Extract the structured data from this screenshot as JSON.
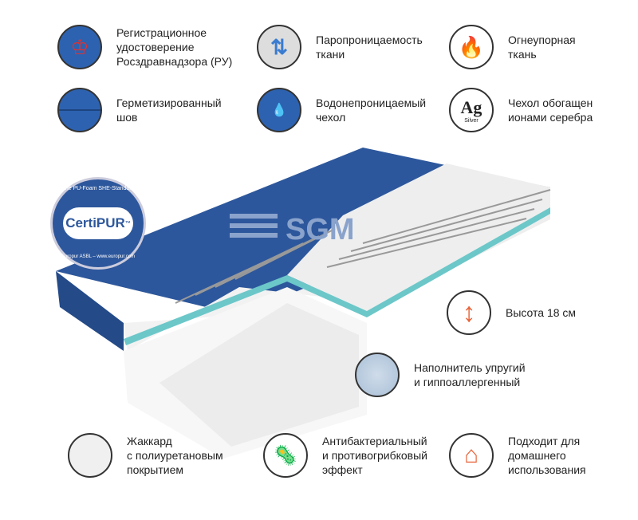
{
  "features": [
    {
      "text": "Регистрационное\nудостоверение\nРосздравнадзора (РУ)",
      "icon": "emblem-icon"
    },
    {
      "text": "Паропроницаемость\nткани",
      "icon": "vapor-icon"
    },
    {
      "text": "Огнеупорная\nткань",
      "icon": "fire-icon"
    },
    {
      "text": "Герметизированный\nшов",
      "icon": "seam-icon"
    },
    {
      "text": "Водонепроницаемый\nчехол",
      "icon": "water-drops-icon"
    },
    {
      "text": "Чехол обогащен\nионами серебра",
      "icon": "silver-icon",
      "icon_text": "Ag",
      "icon_sub": "Silver"
    },
    {
      "text": "Высота 18 см",
      "icon": "height-arrow-icon"
    },
    {
      "text": "Наполнитель упругий\nи гиппоаллергенный",
      "icon": "filler-icon"
    },
    {
      "text": "Жаккард\nс полиуретановым\nпокрытием",
      "icon": "jacquard-icon"
    },
    {
      "text": "Антибактериальный\nи противогрибковый\nэффект",
      "icon": "antibacterial-icon"
    },
    {
      "text": "Подходит для\nдомашнего\nиспользования",
      "icon": "home-icon"
    }
  ],
  "badge": {
    "top": "The PU-Foam SHE-Standard",
    "name": "CertiPUR",
    "tm": "™",
    "bottom": "Europur ASBL – www.europur.com"
  },
  "watermark": "SGM",
  "colors": {
    "blue": "#2d579c",
    "orange": "#e8643a",
    "teal": "#6cc7c9"
  }
}
